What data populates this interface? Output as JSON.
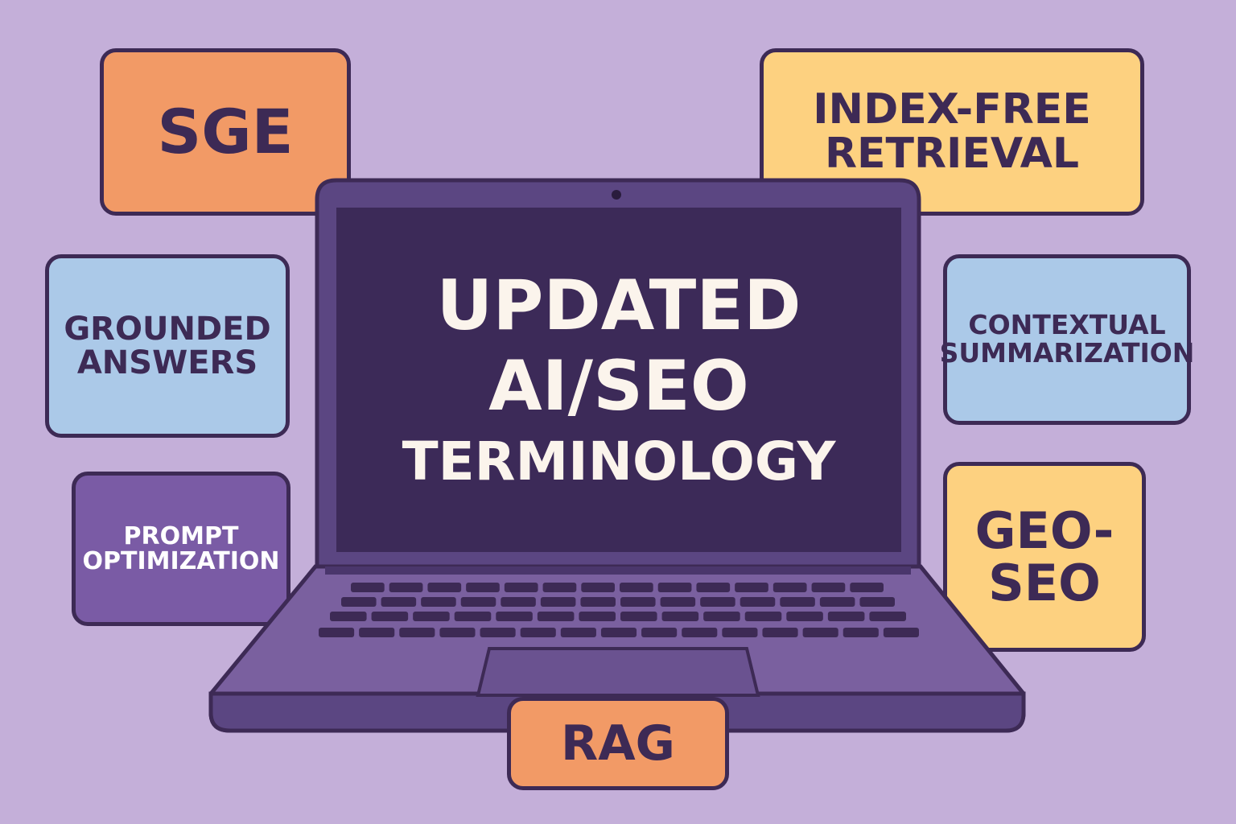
{
  "screen": {
    "line1": "UPDATED",
    "line2": "AI/SEO",
    "line3": "TERMINOLOGY"
  },
  "cards": {
    "sge": {
      "line1": "SGE"
    },
    "index_free": {
      "line1": "INDEX-FREE",
      "line2": "RETRIEVAL"
    },
    "grounded": {
      "line1": "GROUNDED",
      "line2": "ANSWERS"
    },
    "contextual": {
      "line1": "CONTEXTUAL",
      "line2": "SUMMARIZATION"
    },
    "prompt": {
      "line1": "PROMPT",
      "line2": "OPTIMIZATION"
    },
    "geo": {
      "line1": "GEO-",
      "line2": "SEO"
    },
    "rag": {
      "line1": "RAG"
    }
  },
  "colors": {
    "background": "#c4afd9",
    "outline": "#3d2a55",
    "orange": "#f29a66",
    "yellow": "#fdd180",
    "blue": "#abc9e8",
    "purple": "#7a5ba5",
    "screen": "#3c2a58",
    "screen_text": "#fbf4ec"
  }
}
